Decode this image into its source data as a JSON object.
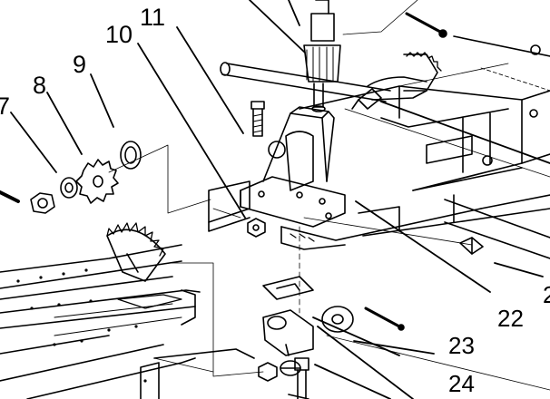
{
  "diagram": {
    "callouts": [
      {
        "id": "7",
        "label": "7"
      },
      {
        "id": "8",
        "label": "8"
      },
      {
        "id": "9",
        "label": "9"
      },
      {
        "id": "10",
        "label": "10"
      },
      {
        "id": "11",
        "label": "11"
      },
      {
        "id": "22",
        "label": "22"
      },
      {
        "id": "23",
        "label": "23"
      },
      {
        "id": "24",
        "label": "24"
      },
      {
        "id": "2x",
        "label": "2"
      }
    ],
    "colors": {
      "ink": "#000000",
      "paper": "#ffffff"
    }
  }
}
